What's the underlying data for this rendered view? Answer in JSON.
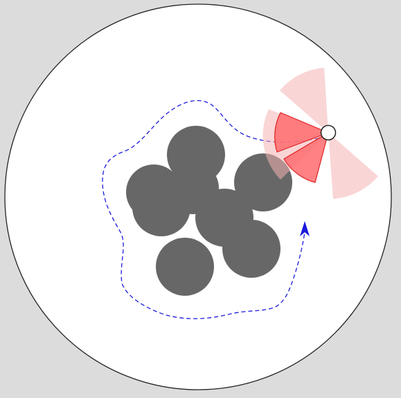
{
  "colors": {
    "background": "#dcdcdc",
    "arena_fill": "#ffffff",
    "arena_stroke": "#222222",
    "obstacle": "#676767",
    "path": "#1a1adc",
    "arrow": "#1a1adc",
    "sector_light": "#f4b3b5",
    "sector_dark": "#ff6b6e",
    "sector_dark_edge": "#e02020",
    "robot_fill": "#ffffff",
    "robot_stroke": "#222222"
  },
  "scene": {
    "elements": [
      "circular-arena",
      "obstacle-cluster",
      "dashed-path",
      "direction-arrow",
      "robot",
      "sensor-sectors"
    ],
    "obstacle_count": 8,
    "sensor_sectors": {
      "light_count": 3,
      "dark_count": 2
    }
  }
}
